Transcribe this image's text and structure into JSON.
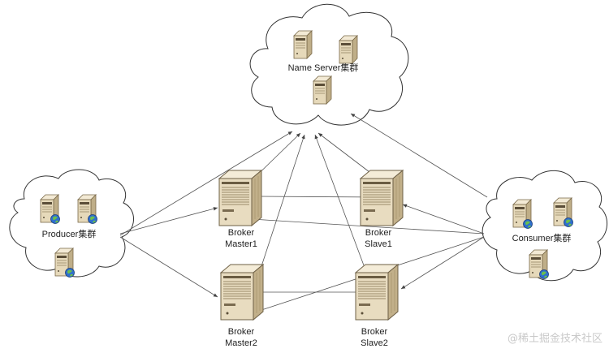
{
  "clusters": {
    "name_server": "Name Server集群",
    "producer": "Producer集群",
    "consumer": "Consumer集群"
  },
  "brokers": {
    "master1": {
      "line1": "Broker",
      "line2": "Master1"
    },
    "slave1": {
      "line1": "Broker",
      "line2": "Slave1"
    },
    "master2": {
      "line1": "Broker",
      "line2": "Master2"
    },
    "slave2": {
      "line1": "Broker",
      "line2": "Slave2"
    }
  },
  "watermark": "@稀土掘金技术社区",
  "icons": {
    "cloud": "cloud-icon",
    "server": "server-icon",
    "globe": "globe-icon",
    "arrow": "arrow-head"
  },
  "colors": {
    "server_face": "#e8dcc0",
    "server_side": "#c9b894",
    "line": "#555555",
    "cloud_stroke": "#333333"
  }
}
